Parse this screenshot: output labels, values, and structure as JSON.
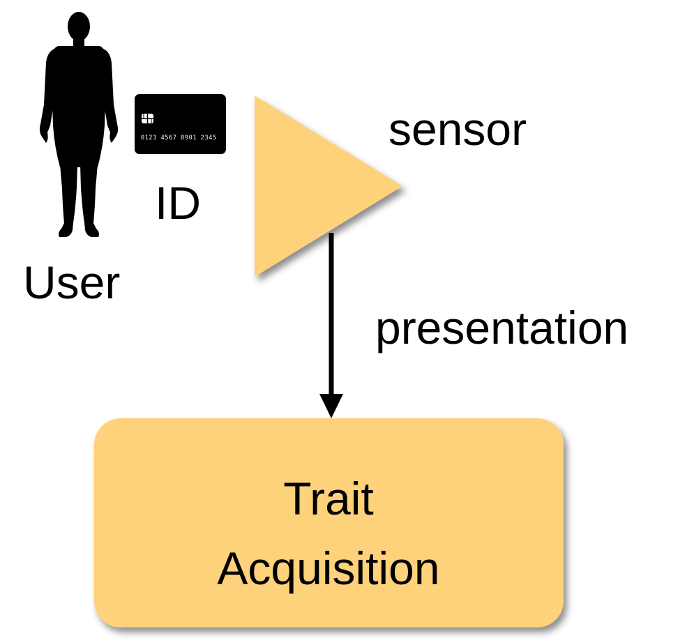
{
  "diagram": {
    "user_label": "User",
    "id_label": "ID",
    "card_number": "0123 4567 8901 2345",
    "sensor_label": "sensor",
    "presentation_label": "presentation",
    "box_line1": "Trait",
    "box_line2": "Acquisition"
  },
  "colors": {
    "shape_fill": "#FDD27A",
    "card_fill": "#000000",
    "silhouette": "#000000",
    "arrow": "#000000"
  },
  "icons": {
    "user": "person-silhouette-icon",
    "card": "credit-card-icon",
    "sensor": "triangle-sensor-icon"
  }
}
